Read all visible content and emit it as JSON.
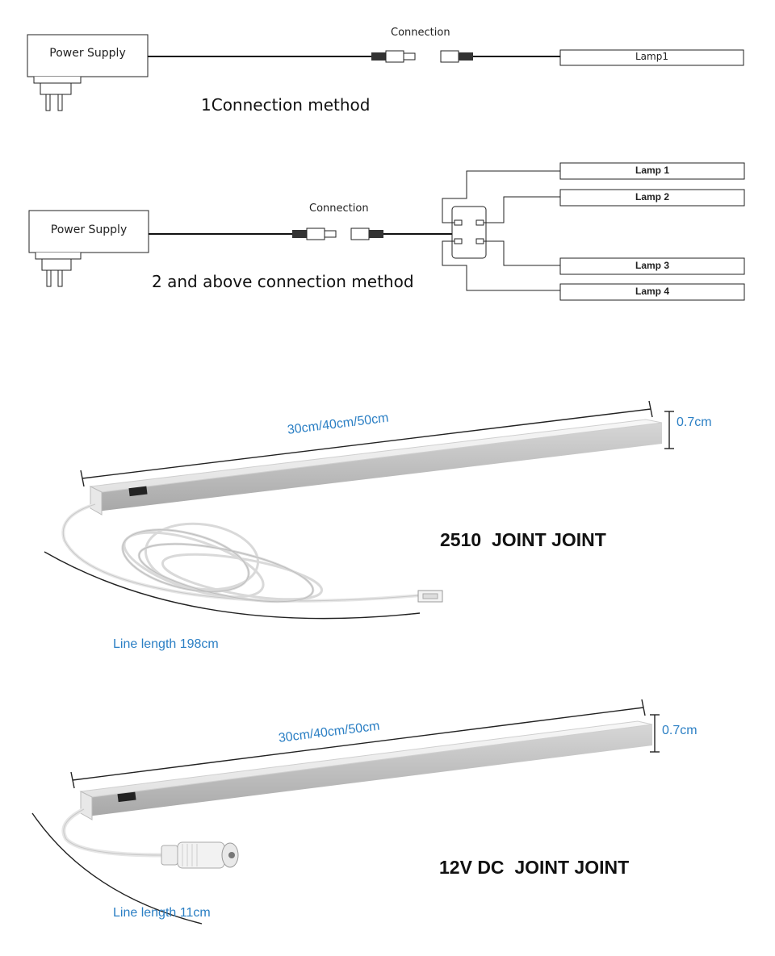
{
  "diagram1": {
    "power_supply_label": "Power Supply",
    "connection_label": "Connection",
    "lamp_label": "Lamp1",
    "title": "1Connection method"
  },
  "diagram2": {
    "power_supply_label": "Power Supply",
    "connection_label": "Connection",
    "lamps": [
      "Lamp 1",
      "Lamp 2",
      "Lamp 3",
      "Lamp 4"
    ],
    "title": "2 and above connection method"
  },
  "product1": {
    "length_label": "30cm/40cm/50cm",
    "height_label": "0.7cm",
    "joint_label": "2510  JOINT JOINT",
    "line_length_label": "Line length 198cm"
  },
  "product2": {
    "length_label": "30cm/40cm/50cm",
    "height_label": "0.7cm",
    "joint_label": "12V DC  JOINT JOINT",
    "line_length_label": "Line length 11cm"
  },
  "colors": {
    "dimension_text": "#2b7fc4",
    "line": "#111111"
  }
}
